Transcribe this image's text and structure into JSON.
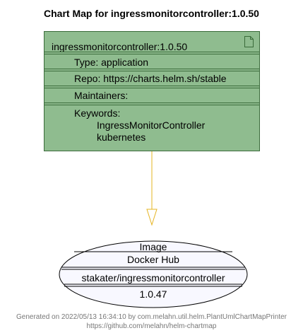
{
  "title": "Chart Map for ingressmonitorcontroller:1.0.50",
  "chart": {
    "name": "ingressmonitorcontroller:1.0.50",
    "type": "Type: application",
    "repo": "Repo: https://charts.helm.sh/stable",
    "maintainers": "Maintainers:",
    "keywords_label": "Keywords:",
    "keywords": [
      "IngressMonitorController",
      "kubernetes"
    ],
    "icon": "document-icon",
    "fill_color": "#8fbc8f"
  },
  "image": {
    "label": "Image",
    "registry": "Docker Hub",
    "repository": "stakater/ingressmonitorcontroller",
    "tag": "1.0.47",
    "fill_color": "#f8f8ff"
  },
  "connector_color": "#e6b422",
  "footer": {
    "line1": "Generated on 2022/05/13 16:34:10 by com.melahn.util.helm.PlantUmlChartMapPrinter",
    "line2": "https://github.com/melahn/helm-chartmap"
  }
}
